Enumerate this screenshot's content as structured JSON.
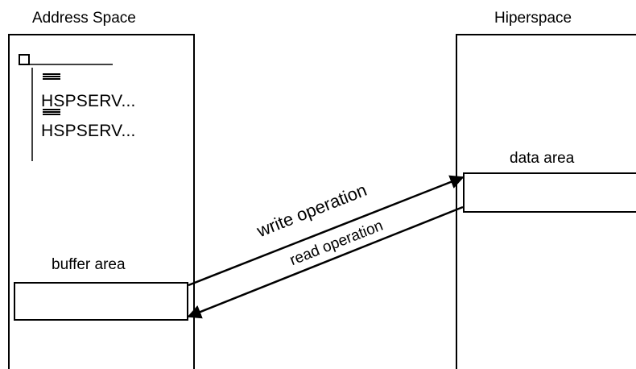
{
  "address_space": {
    "title": "Address Space",
    "code_lines": [
      "HSPSERV...",
      "HSPSERV..."
    ],
    "buffer_label": "buffer area"
  },
  "hiperspace": {
    "title": "Hiperspace",
    "data_label": "data area"
  },
  "arrows": {
    "write_label": "write operation",
    "read_label": "read operation"
  }
}
